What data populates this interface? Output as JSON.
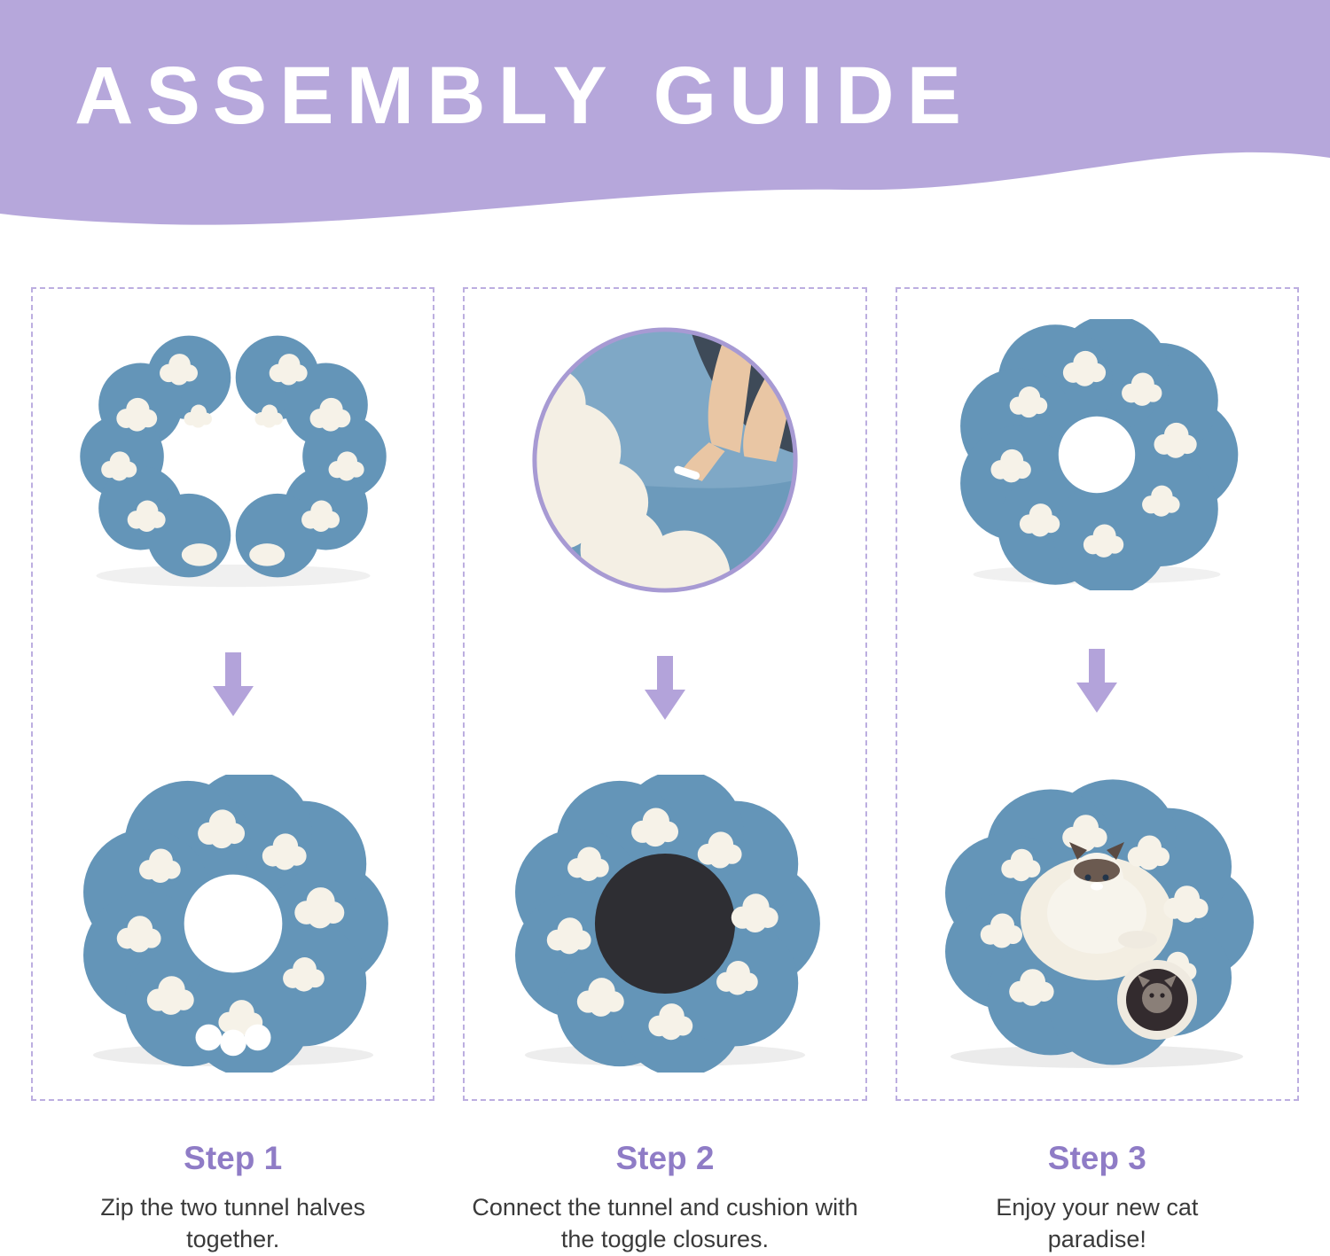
{
  "header": {
    "title": "ASSEMBLY GUIDE"
  },
  "steps": [
    {
      "label": "Step 1",
      "description": "Zip the two tunnel halves together."
    },
    {
      "label": "Step 2",
      "description": "Connect the tunnel and cushion with the toggle closures."
    },
    {
      "label": "Step 3",
      "description": "Enjoy your new cat paradise!"
    }
  ],
  "colors": {
    "header_purple": "#B6A7DB",
    "step_title_purple": "#8F7CC6",
    "arrow_purple": "#B3A3DA",
    "dashed_border_purple": "#BCAEE0",
    "fabric_blue": "#6495B8",
    "cloud_white": "#F6F2E8",
    "cushion_dark": "#2E2E33"
  },
  "illustrations": {
    "step1_top": "two-tunnel-halves",
    "step1_bottom": "zipped-tunnel-ring",
    "step2_top": "toggle-closure-photo",
    "step2_bottom": "tunnel-with-cushion",
    "step3_top": "assembled-tunnel-top",
    "step3_bottom": "cat-in-tunnel-bed"
  }
}
